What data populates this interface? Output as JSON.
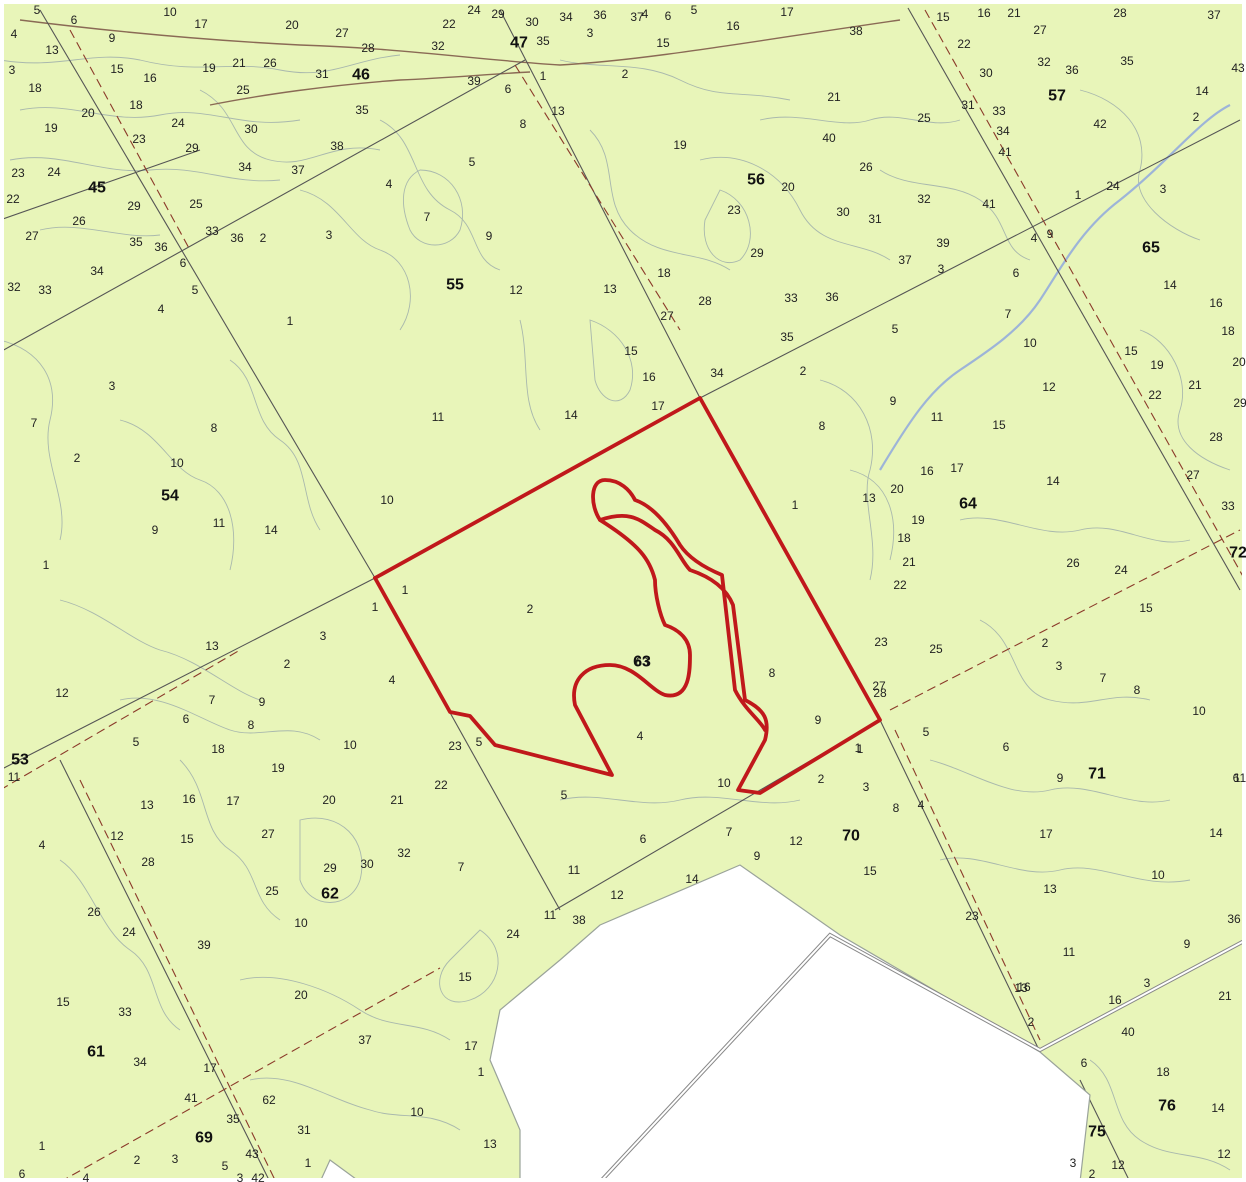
{
  "map": {
    "colors": {
      "forest": "#e8f5b9",
      "highlight": "#c0181b",
      "stream": "#9db4d8",
      "dashed_road": "#8b3a2a",
      "quarter_line": "#555555"
    },
    "highlighted_quarter": "63",
    "quarter_labels": [
      "45",
      "46",
      "47",
      "53",
      "54",
      "55",
      "56",
      "57",
      "61",
      "62",
      "63",
      "64",
      "65",
      "69",
      "70",
      "71",
      "72",
      "75",
      "76"
    ],
    "plot_labels": [
      "5",
      "6",
      "10",
      "17",
      "20",
      "27",
      "22",
      "24",
      "29",
      "30",
      "34",
      "36",
      "37",
      "4",
      "6",
      "5",
      "16",
      "17",
      "38",
      "15",
      "16",
      "21",
      "27",
      "28",
      "37",
      "4",
      "13",
      "9",
      "28",
      "32",
      "35",
      "3",
      "1",
      "2",
      "15",
      "22",
      "30",
      "32",
      "36",
      "35",
      "3",
      "18",
      "15",
      "16",
      "19",
      "21",
      "26",
      "31",
      "39",
      "6",
      "43",
      "20",
      "18",
      "25",
      "35",
      "8",
      "13",
      "14",
      "21",
      "31",
      "33",
      "25",
      "2",
      "19",
      "23",
      "24",
      "30",
      "38",
      "19",
      "40",
      "34",
      "42",
      "23",
      "24",
      "29",
      "34",
      "37",
      "5",
      "26",
      "41",
      "22",
      "25",
      "26",
      "29",
      "33",
      "36",
      "4",
      "7",
      "23",
      "20",
      "30",
      "31",
      "32",
      "41",
      "1",
      "24",
      "3",
      "27",
      "35",
      "36",
      "2",
      "3",
      "9",
      "29",
      "39",
      "4",
      "9",
      "34",
      "6",
      "18",
      "37",
      "3",
      "6",
      "14",
      "32",
      "33",
      "5",
      "12",
      "13",
      "28",
      "33",
      "36",
      "16",
      "4",
      "1",
      "27",
      "7",
      "35",
      "5",
      "18",
      "3",
      "15",
      "2",
      "10",
      "15",
      "19",
      "20",
      "16",
      "34",
      "22",
      "21",
      "29",
      "7",
      "11",
      "14",
      "17",
      "9",
      "12",
      "8",
      "8",
      "11",
      "15",
      "28",
      "2",
      "10",
      "14",
      "16",
      "17",
      "20",
      "27",
      "10",
      "9",
      "11",
      "14",
      "1",
      "13",
      "19",
      "33",
      "1",
      "18",
      "15",
      "21",
      "26",
      "24",
      "1",
      "1",
      "2",
      "22",
      "1",
      "13",
      "3",
      "23",
      "25",
      "2",
      "12",
      "2",
      "4",
      "63",
      "8",
      "3",
      "7",
      "8",
      "7",
      "9",
      "6",
      "8",
      "28",
      "27",
      "10",
      "5",
      "10",
      "23",
      "5",
      "4",
      "9",
      "1",
      "5",
      "6",
      "18",
      "19",
      "11",
      "6",
      "10",
      "2",
      "9",
      "11",
      "13",
      "16",
      "17",
      "20",
      "21",
      "22",
      "3",
      "8",
      "4",
      "4",
      "12",
      "15",
      "27",
      "5",
      "7",
      "12",
      "17",
      "14",
      "28",
      "29",
      "30",
      "32",
      "7",
      "11",
      "6",
      "9",
      "15",
      "10",
      "26",
      "25",
      "10",
      "12",
      "14",
      "13",
      "11",
      "24",
      "39",
      "11",
      "38",
      "24",
      "36",
      "15",
      "16",
      "13",
      "23",
      "9",
      "15",
      "33",
      "20",
      "3",
      "21",
      "16",
      "34",
      "37",
      "17",
      "2",
      "40",
      "1",
      "6",
      "18",
      "17",
      "41",
      "62",
      "35",
      "10",
      "14",
      "1",
      "2",
      "3",
      "5",
      "43",
      "31",
      "13",
      "12",
      "6",
      "4",
      "3",
      "42",
      "1",
      "3",
      "2",
      "12"
    ]
  }
}
